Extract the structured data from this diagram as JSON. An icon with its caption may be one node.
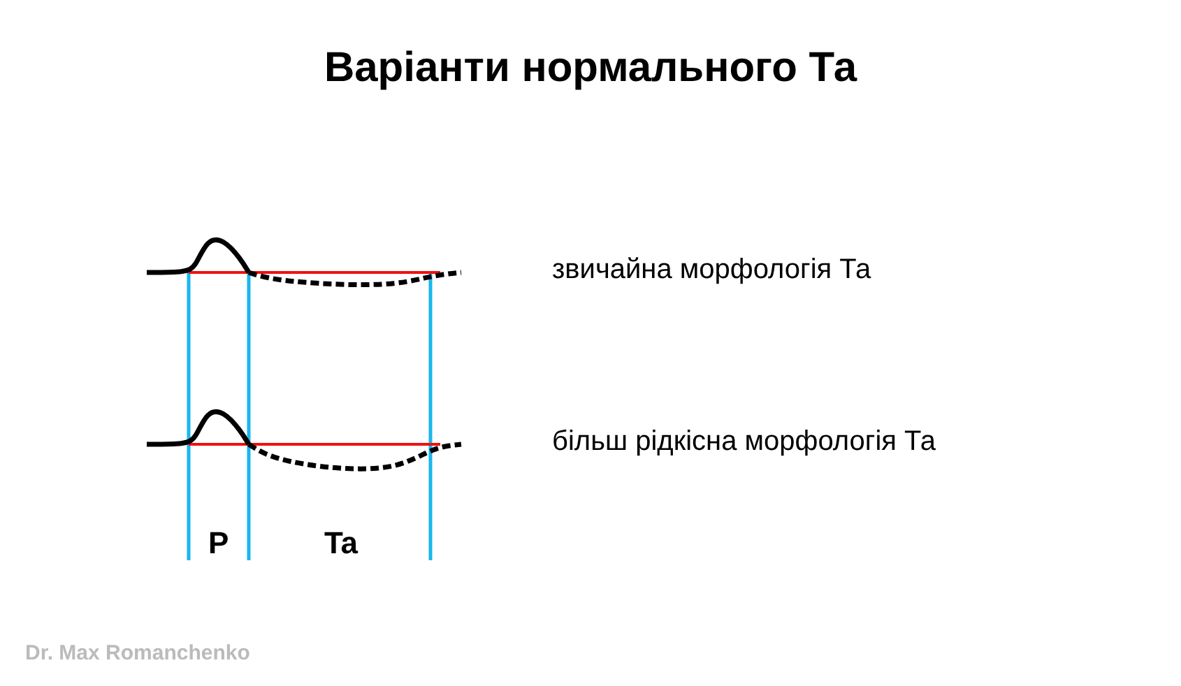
{
  "diagram": {
    "title": "Варіанти нормального Та",
    "labels": [
      "звичайна морфологія Та",
      "більш рідкісна морфологія Та",
      "P",
      "Ta",
      "Dr. Max Romanchenko"
    ]
  }
}
